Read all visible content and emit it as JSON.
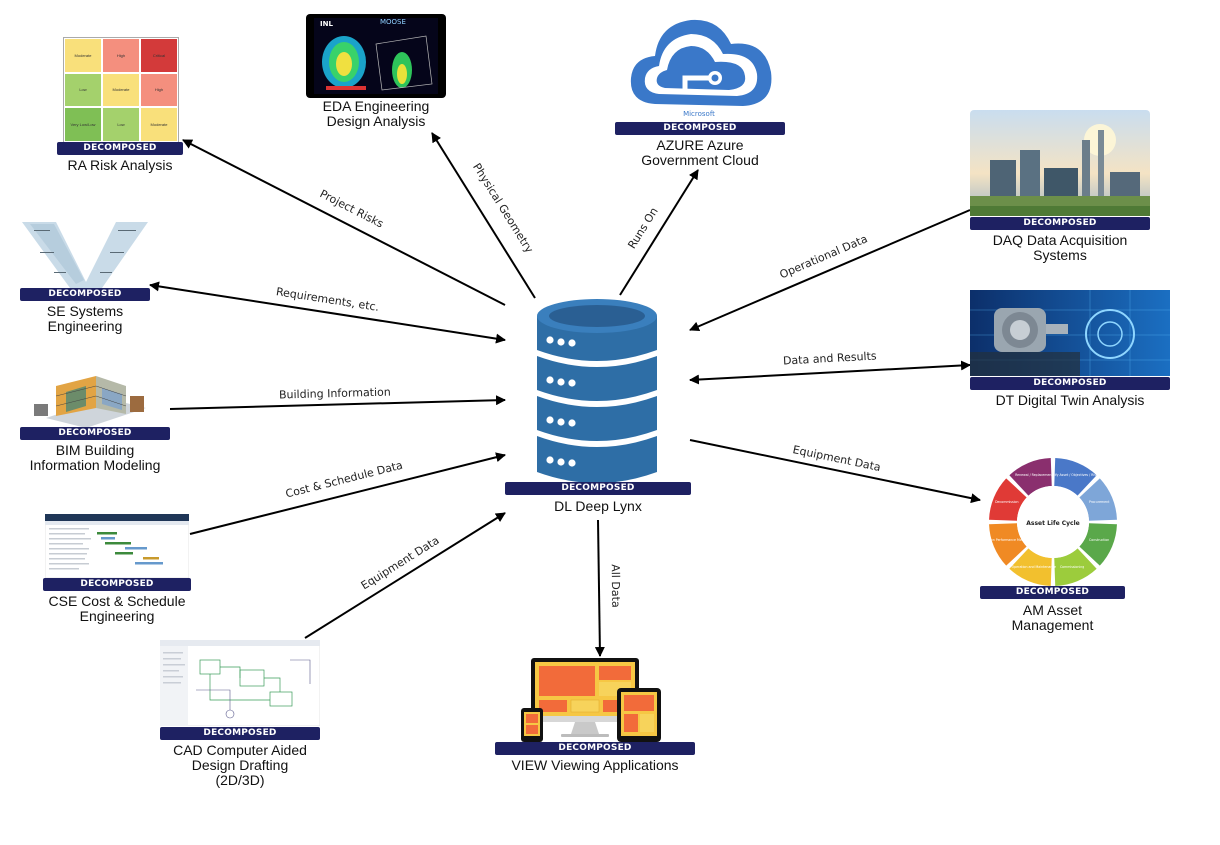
{
  "badge_text": "DECOMPOSED",
  "colors": {
    "badge": "#1e2162",
    "db": "#2e6ea6",
    "azure": "#3a78c9",
    "arrow": "#000000"
  },
  "nodes": {
    "dl": {
      "lines": [
        "DL Deep Lynx"
      ],
      "icon": "database-icon"
    },
    "ra": {
      "lines": [
        "RA Risk Analysis"
      ],
      "icon": "risk-matrix-icon",
      "matrix": [
        [
          "Moderate",
          "High",
          "Critical"
        ],
        [
          "Low",
          "Moderate",
          "High"
        ],
        [
          "Very Low/Low",
          "Low",
          "Moderate"
        ]
      ]
    },
    "eda": {
      "lines": [
        "EDA Engineering",
        "Design Analysis"
      ],
      "icon": "simulation-icon",
      "brand": "MOOSE"
    },
    "az": {
      "lines": [
        "AZURE Azure",
        "Government Cloud"
      ],
      "icon": "azure-cloud-icon",
      "brand": "Microsoft"
    },
    "daq": {
      "lines": [
        "DAQ Data Acquisition",
        "Systems"
      ],
      "icon": "industrial-plant-icon"
    },
    "se": {
      "lines": [
        "SE Systems",
        "Engineering"
      ],
      "icon": "v-model-icon"
    },
    "dt": {
      "lines": [
        "DT Digital Twin Analysis"
      ],
      "icon": "motor-icon"
    },
    "bim": {
      "lines": [
        "BIM Building",
        "Information Modeling"
      ],
      "icon": "building-model-icon"
    },
    "am": {
      "lines": [
        "AM Asset",
        "Management"
      ],
      "icon": "life-cycle-icon",
      "center": "Asset Life Cycle",
      "segments": [
        "Identify Asset / Objectives / Risk",
        "Procurement",
        "Construction",
        "Commissioning",
        "Operation and Maintenance",
        "Condition Performance Monitoring",
        "Decommission",
        "Renewal / Replacement"
      ]
    },
    "cse": {
      "lines": [
        "CSE Cost & Schedule",
        "Engineering"
      ],
      "icon": "gantt-icon"
    },
    "cad": {
      "lines": [
        "CAD Computer Aided",
        "Design Drafting",
        "(2D/3D)"
      ],
      "icon": "schematic-icon"
    },
    "view": {
      "lines": [
        "VIEW Viewing Applications"
      ],
      "icon": "devices-icon"
    }
  },
  "edges": [
    {
      "id": "project-risks",
      "label": "Project Risks"
    },
    {
      "id": "physical-geometry",
      "label": "Physical Geometry"
    },
    {
      "id": "runs-on",
      "label": "Runs On"
    },
    {
      "id": "operational-data",
      "label": "Operational Data"
    },
    {
      "id": "requirements",
      "label": "Requirements, etc."
    },
    {
      "id": "data-and-results",
      "label": "Data and Results"
    },
    {
      "id": "building-info",
      "label": "Building Information"
    },
    {
      "id": "cost-schedule",
      "label": "Cost & Schedule Data"
    },
    {
      "id": "equipment-am",
      "label": "Equipment Data"
    },
    {
      "id": "equipment-cad",
      "label": "Equipment Data"
    },
    {
      "id": "all-data",
      "label": "All Data"
    }
  ]
}
